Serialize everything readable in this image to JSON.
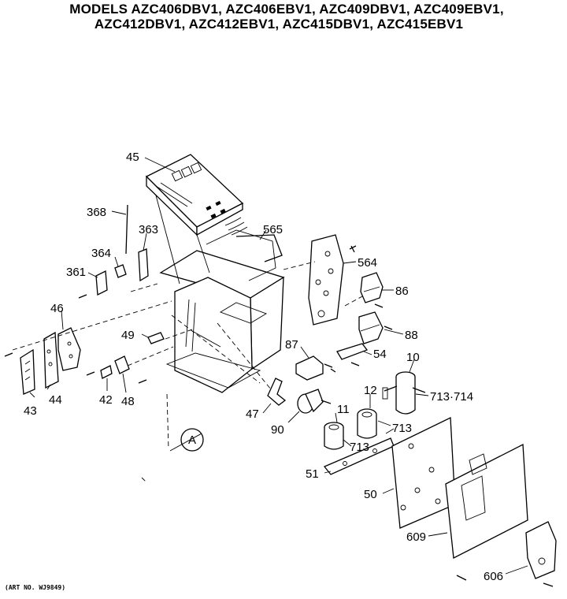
{
  "header": {
    "line1": "MODELS AZC406DBV1, AZC406EBV1, AZC409DBV1, AZC409EBV1,",
    "line2": "AZC412DBV1, AZC412EBV1, AZC415DBV1, AZC415EBV1"
  },
  "footer": {
    "art_no": "(ART NO. WJ9849)"
  },
  "callouts": {
    "p45": "45",
    "p368": "368",
    "p363": "363",
    "p364": "364",
    "p361": "361",
    "p565": "565",
    "p564": "564",
    "p86": "86",
    "p88": "88",
    "p46": "46",
    "p49": "49",
    "p87": "87",
    "p54": "54",
    "p10": "10",
    "p12": "12",
    "p713_714": "713·714",
    "p11": "11",
    "p713a": "713",
    "p713b": "713",
    "p43": "43",
    "p44": "44",
    "p42": "42",
    "p48": "48",
    "p47": "47",
    "p90": "90",
    "p51": "51",
    "p50": "50",
    "p609": "609",
    "p606": "606",
    "detail_a": "A"
  }
}
